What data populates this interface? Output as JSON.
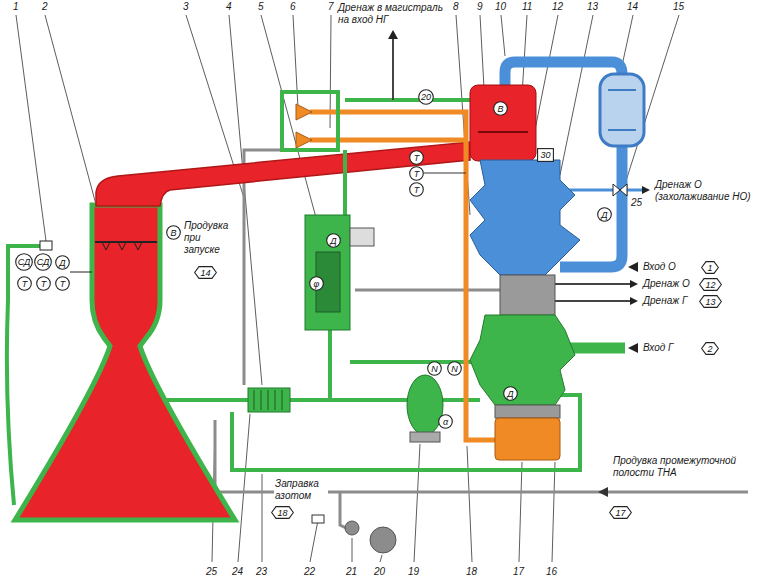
{
  "diagram": {
    "nodes": [
      {
        "text": [
          "20"
        ]
      },
      {
        "text": [
          "В"
        ]
      },
      {
        "text": [
          "30"
        ]
      },
      {
        "text": [
          "Т"
        ]
      },
      {
        "text": [
          "Т"
        ]
      },
      {
        "text": [
          "Т"
        ]
      },
      {
        "text": [
          "Д"
        ]
      },
      {
        "text": [
          "Д"
        ]
      },
      {
        "text": [
          "В"
        ]
      },
      {
        "text": [
          "14"
        ]
      },
      {
        "text": [
          "СД"
        ]
      },
      {
        "text": [
          "СД"
        ]
      },
      {
        "text": [
          "Д"
        ]
      },
      {
        "text": [
          "Т"
        ]
      },
      {
        "text": [
          "Т"
        ]
      },
      {
        "text": [
          "Т"
        ]
      },
      {
        "text": [
          "1"
        ]
      },
      {
        "text": [
          "12"
        ]
      },
      {
        "text": [
          "φ"
        ]
      },
      {
        "text": [
          "13"
        ]
      },
      {
        "text": [
          "2"
        ]
      },
      {
        "text": [
          "N"
        ]
      },
      {
        "text": [
          "N"
        ]
      },
      {
        "text": [
          "Д"
        ]
      },
      {
        "text": [
          "α"
        ]
      },
      {
        "text": [
          "17"
        ]
      },
      {
        "text": [
          "18"
        ]
      }
    ],
    "labels": [
      "1",
      "2",
      "3",
      "4",
      "5",
      "6",
      "7",
      "8",
      "9",
      "10",
      "11",
      "12",
      "13",
      "14",
      "15",
      "25",
      "24",
      "23",
      "22",
      "21",
      "20",
      "19",
      "18",
      "17",
      "16",
      "Дренаж в магистраль на вход НГ",
      "25",
      "Дренаж О (захолаживание НО)",
      "Вход О",
      "Дренаж О",
      "Дренаж Г",
      "Продувка при запуске",
      "Вход Г",
      "Продувка промежуточной полости ТНА",
      "Заправка азотом"
    ]
  }
}
